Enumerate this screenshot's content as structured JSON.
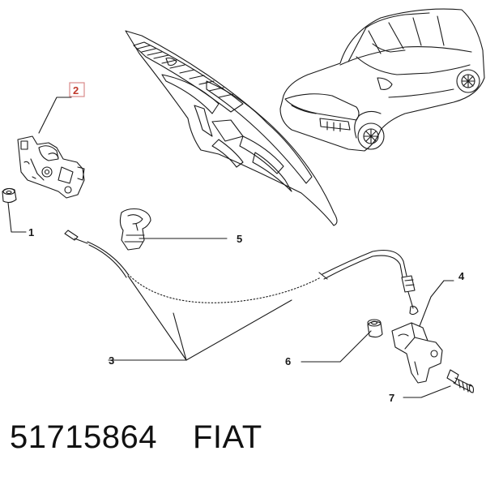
{
  "callouts": {
    "c1": "1",
    "c2": "2",
    "c3": "3",
    "c4": "4",
    "c5": "5",
    "c6": "6",
    "c7": "7"
  },
  "caption": {
    "part_number": "51715864",
    "brand": "FIAT"
  },
  "colors": {
    "line": "#1a1a1a",
    "highlight_box": "#d98a8a",
    "highlight_text": "#c0392b"
  }
}
